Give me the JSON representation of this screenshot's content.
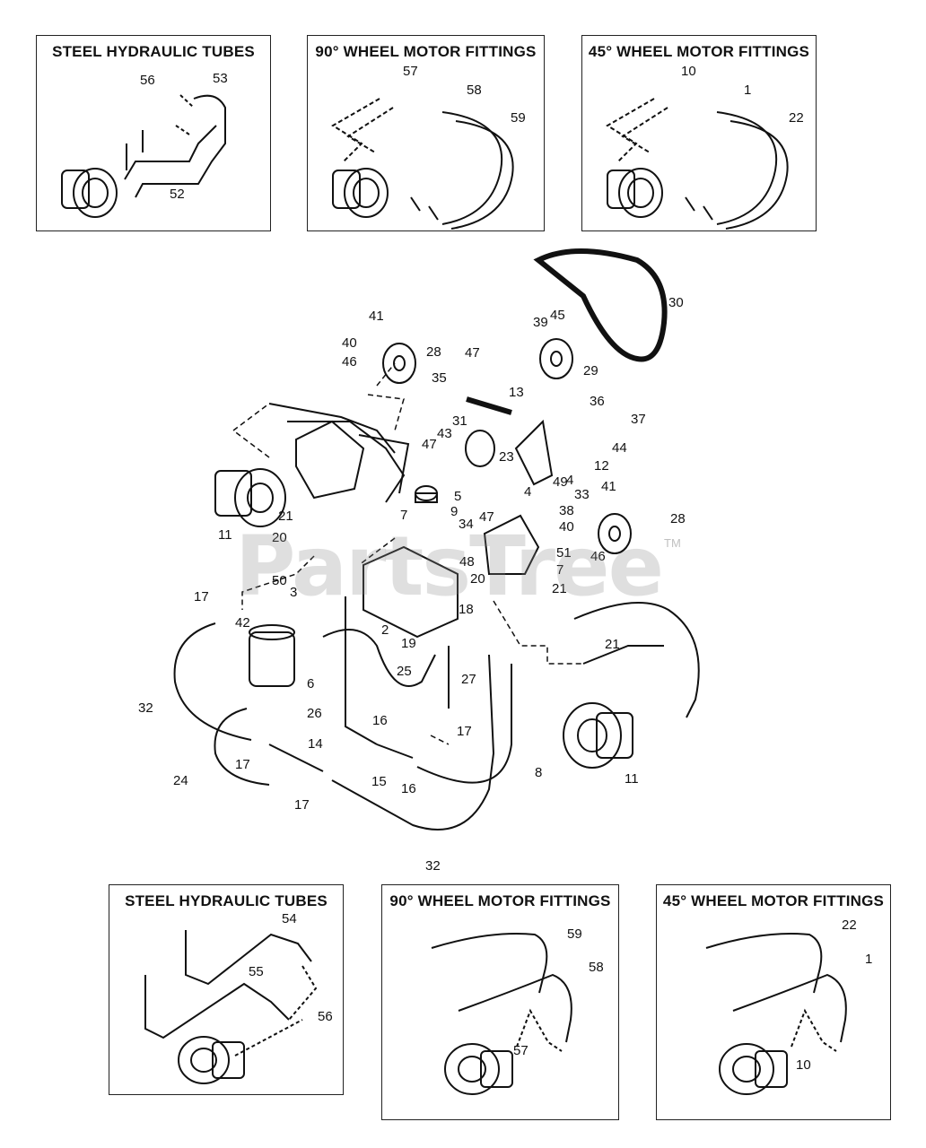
{
  "insets": {
    "top_steel": {
      "title": "STEEL HYDRAULIC TUBES",
      "callouts": [
        "56",
        "53",
        "52"
      ]
    },
    "top_90": {
      "title": "90° WHEEL MOTOR FITTINGS",
      "callouts": [
        "57",
        "58",
        "59"
      ]
    },
    "top_45": {
      "title": "45° WHEEL MOTOR FITTINGS",
      "callouts": [
        "10",
        "1",
        "22"
      ]
    },
    "bottom_steel": {
      "title": "STEEL HYDRAULIC TUBES",
      "callouts": [
        "54",
        "55",
        "56"
      ]
    },
    "bottom_90": {
      "title": "90° WHEEL MOTOR FITTINGS",
      "callouts": [
        "59",
        "58",
        "57"
      ]
    },
    "bottom_45": {
      "title": "45° WHEEL MOTOR FITTINGS",
      "callouts": [
        "22",
        "1",
        "10"
      ]
    }
  },
  "main_callouts": [
    "30",
    "45",
    "39",
    "29",
    "41",
    "40",
    "46",
    "28",
    "47",
    "35",
    "13",
    "36",
    "37",
    "31",
    "43",
    "47",
    "44",
    "23",
    "12",
    "4",
    "4",
    "49",
    "33",
    "5",
    "9",
    "34",
    "21",
    "20",
    "11",
    "50",
    "17",
    "42",
    "3",
    "48",
    "2",
    "19",
    "18",
    "25",
    "6",
    "32",
    "26",
    "27",
    "16",
    "17",
    "14",
    "15",
    "16",
    "24",
    "17",
    "17",
    "8",
    "32",
    "47",
    "38",
    "41",
    "40",
    "28",
    "46",
    "51",
    "7",
    "7",
    "20",
    "21",
    "21",
    "11"
  ],
  "watermark": {
    "text": "PartsTree",
    "mark": "TM"
  }
}
